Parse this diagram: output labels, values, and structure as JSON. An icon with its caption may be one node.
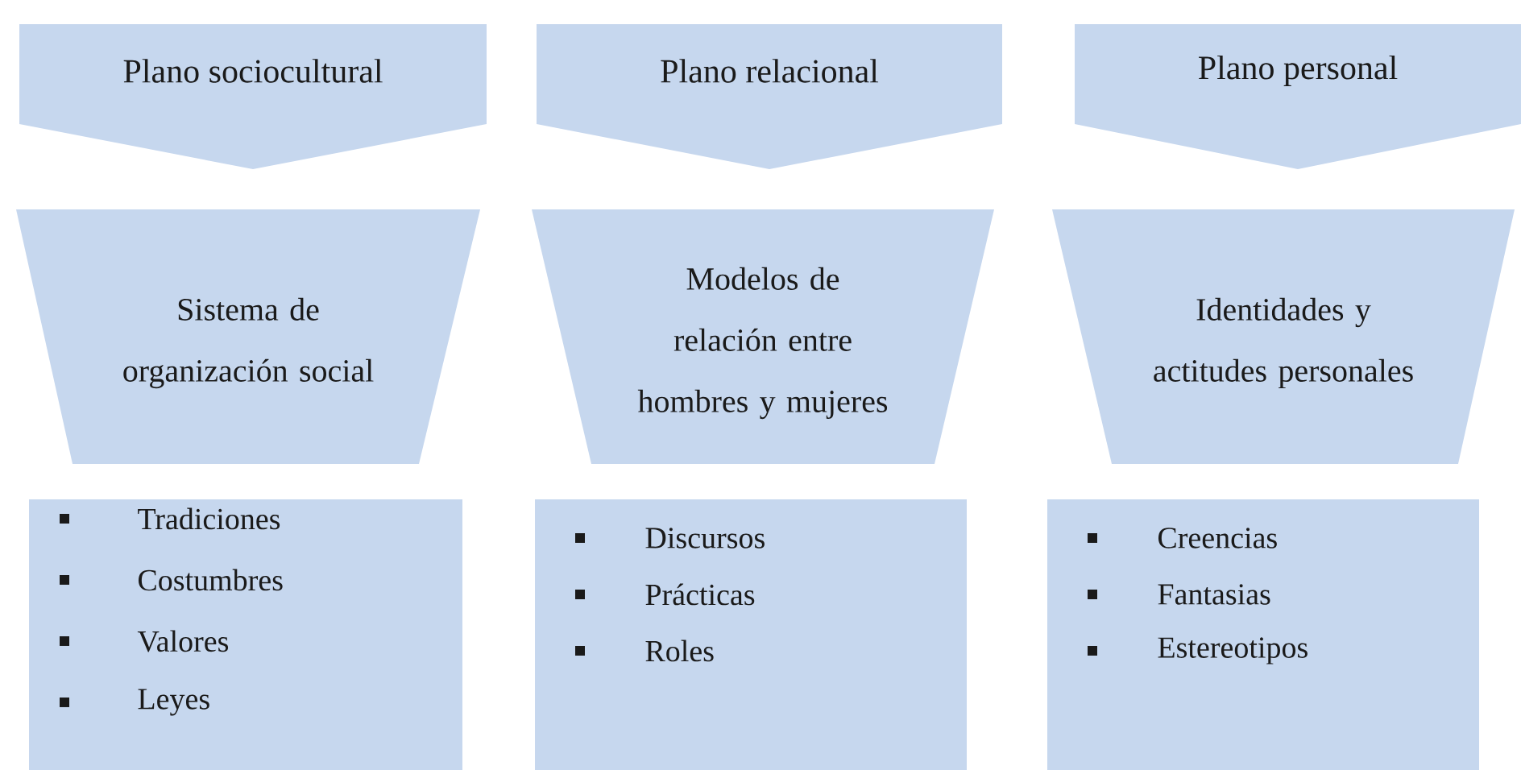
{
  "diagram": {
    "nodes": [
      {
        "text": [
          "Plano sociocultural"
        ]
      },
      {
        "text": [
          "Plano relacional"
        ]
      },
      {
        "text": [
          "Plano personal"
        ]
      },
      {
        "text": [
          "Sistema de organización social"
        ]
      },
      {
        "text": [
          "Modelos de relación entre hombres y mujeres"
        ]
      },
      {
        "text": [
          "Identidades y actitudes personales"
        ]
      },
      {
        "text": [
          "Tradiciones",
          "Costumbres",
          "Valores",
          "Leyes"
        ]
      },
      {
        "text": [
          "Discursos",
          "Prácticas",
          "Roles"
        ]
      },
      {
        "text": [
          "Creencias",
          "Fantasias",
          "Estereotipos"
        ]
      }
    ]
  }
}
